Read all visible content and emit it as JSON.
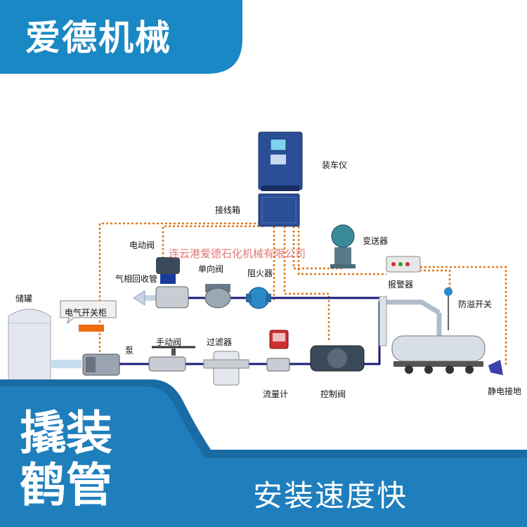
{
  "brand": {
    "name": "爱德机械"
  },
  "product": {
    "line1": "撬装",
    "line2": "鹤管"
  },
  "slogan": "安装速度快",
  "watermark": "连云港爱德石化机械有限公司",
  "labels": {
    "loader": "装车仪",
    "junction": "接线箱",
    "motor_valve": "电动阀",
    "transmitter": "变送器",
    "vapor_pipe": "气相回收管",
    "check_valve": "单向阀",
    "flame_arrester": "阻火器",
    "alarm": "报警器",
    "overflow": "防溢开关",
    "tank": "储罐",
    "cabinet": "电气开关柜",
    "pump": "泵",
    "manual_valve": "手动阀",
    "filter": "过滤器",
    "flowmeter": "流量计",
    "control_valve": "控制阀",
    "ground": "静电接地"
  },
  "colors": {
    "banner": "#1a88c4",
    "footer": "#1f7fbd",
    "pipe": "#1a1a7a",
    "signal": "#e07a20",
    "watermark": "#e06060"
  }
}
